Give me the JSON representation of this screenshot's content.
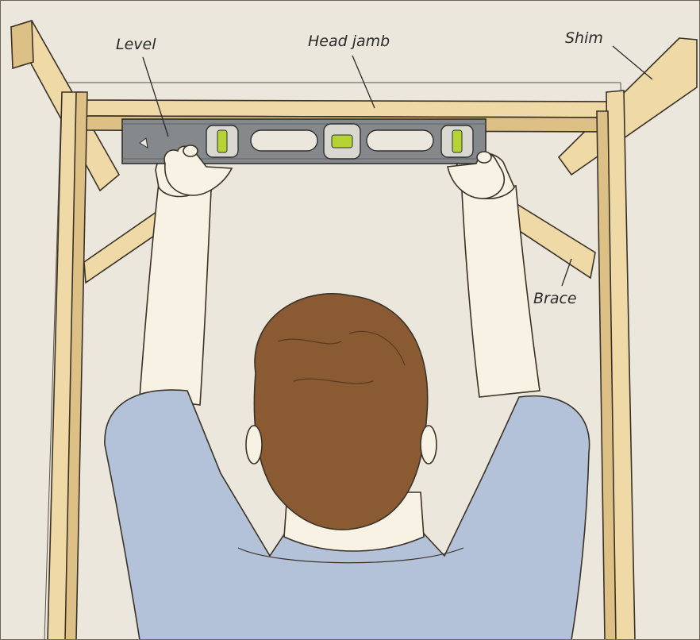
{
  "labels": {
    "level": "Level",
    "head_jamb": "Head jamb",
    "shim": "Shim",
    "brace": "Brace"
  },
  "colors": {
    "background": "#ece7dc",
    "wood": "#efd9a6",
    "wood_shade": "#dcc085",
    "level_body": "#85898c",
    "vial_liquid": "#b5d334",
    "skin": "#f7f2e4",
    "hair": "#8a5a33",
    "shirt": "#b3c2d9"
  }
}
